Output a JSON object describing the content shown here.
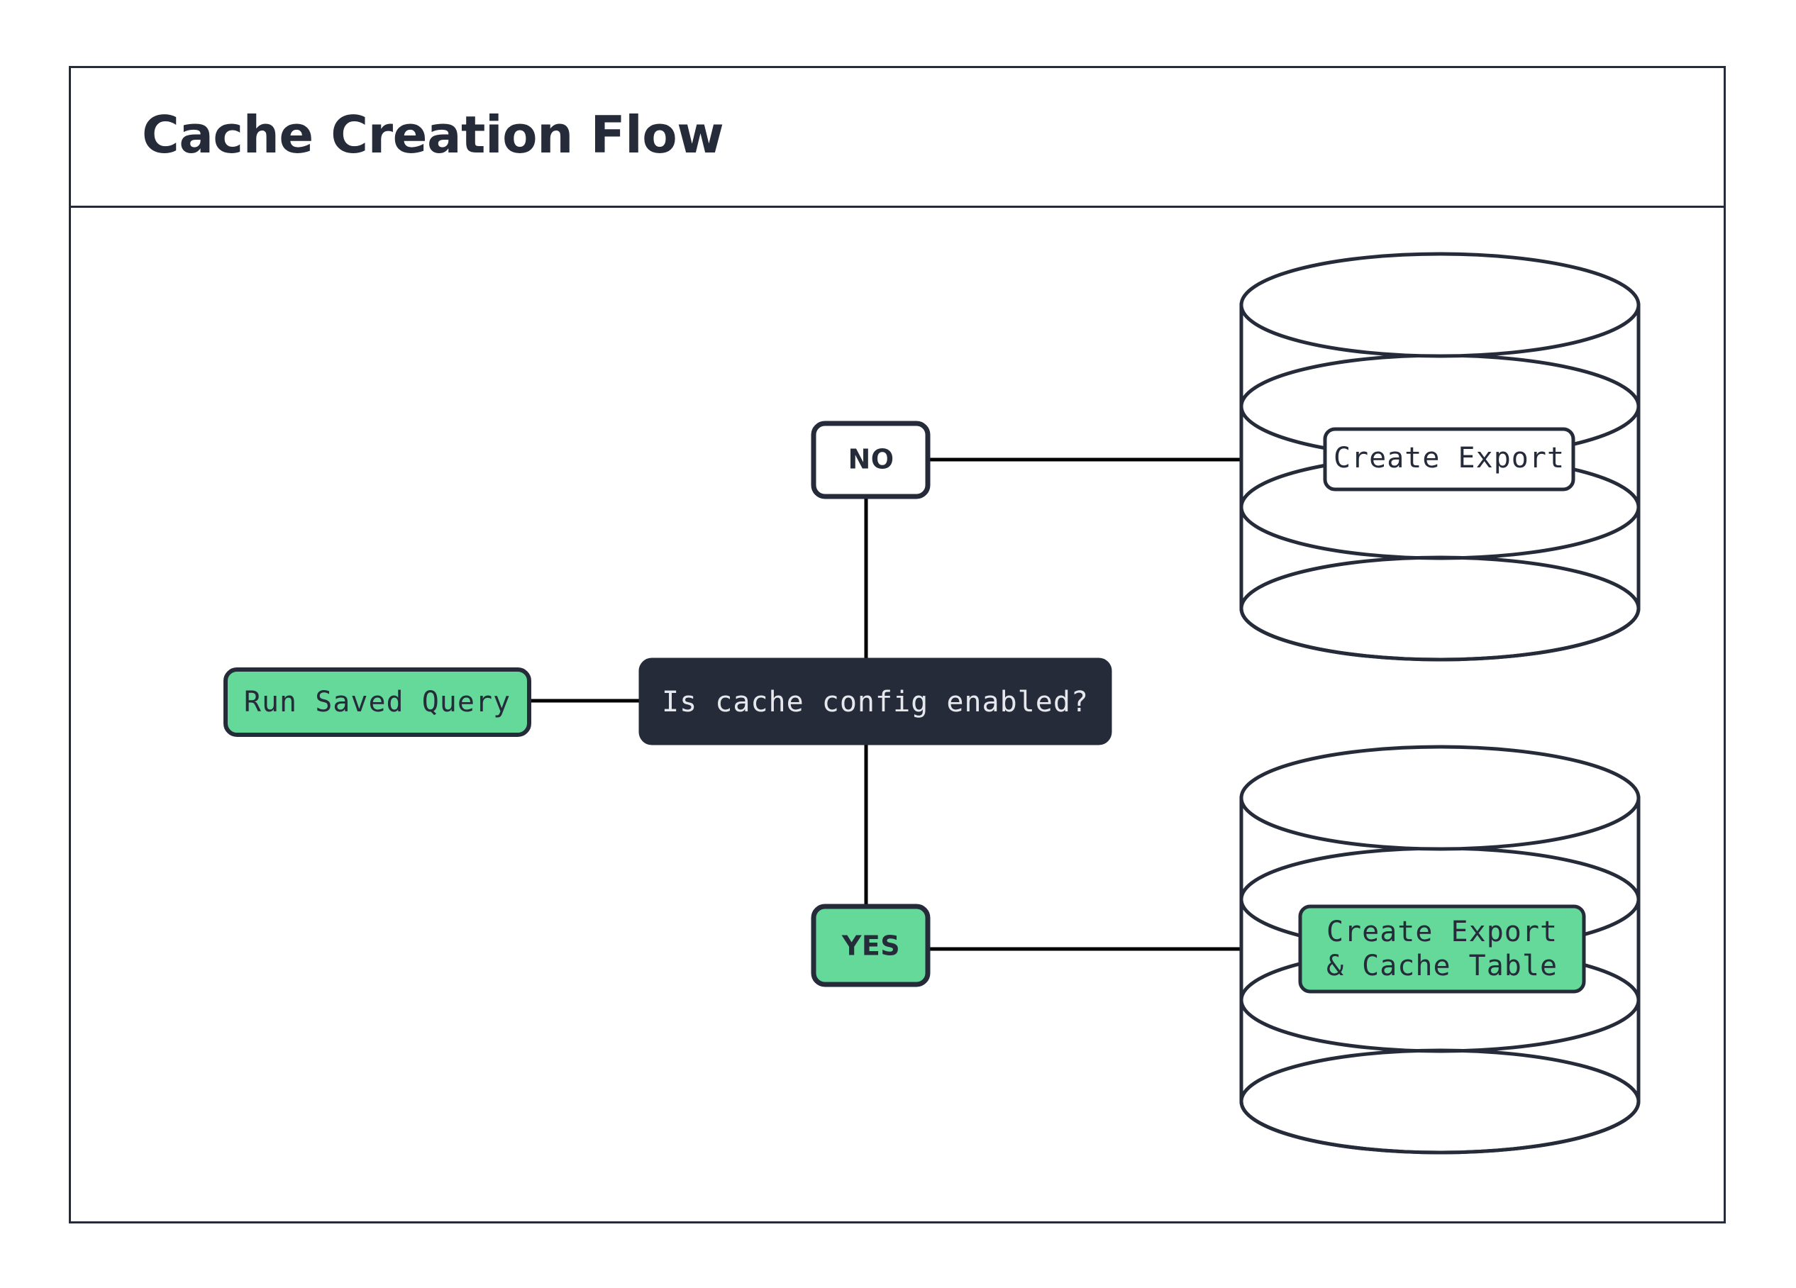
{
  "diagram": {
    "title": "Cache Creation Flow",
    "type": "flowchart",
    "colors": {
      "accent_green": "#65d99a",
      "dark_navy": "#262b3a",
      "stroke": "#262b3a",
      "connector": "#000000",
      "background": "#ffffff",
      "decision_text": "#e6e8ed"
    },
    "nodes": [
      {
        "id": "run-saved-query",
        "label": "Run Saved Query",
        "shape": "rounded-rect",
        "fill": "#65d99a",
        "text_color": "#262b3a",
        "font": "mono"
      },
      {
        "id": "cache-config-decision",
        "label": "Is cache config enabled?",
        "shape": "rounded-rect",
        "fill": "#262b3a",
        "text_color": "#e6e8ed",
        "font": "mono"
      },
      {
        "id": "branch-no",
        "label": "NO",
        "shape": "rounded-rect",
        "fill": "#ffffff",
        "text_color": "#262b3a",
        "font": "sans"
      },
      {
        "id": "branch-yes",
        "label": "YES",
        "shape": "rounded-rect",
        "fill": "#65d99a",
        "text_color": "#262b3a",
        "font": "sans"
      },
      {
        "id": "create-export",
        "label": "Create Export",
        "shape": "database-stack",
        "fill": "#ffffff",
        "text_color": "#262b3a",
        "font": "mono"
      },
      {
        "id": "create-export-cache-table",
        "label_line1": "Create Export",
        "label_line2": "& Cache Table",
        "shape": "database-stack",
        "fill": "#65d99a",
        "text_color": "#262b3a",
        "font": "mono"
      }
    ],
    "edges": [
      {
        "from": "run-saved-query",
        "to": "cache-config-decision",
        "label": ""
      },
      {
        "from": "cache-config-decision",
        "to": "branch-no",
        "label": ""
      },
      {
        "from": "branch-no",
        "to": "create-export",
        "label": ""
      },
      {
        "from": "cache-config-decision",
        "to": "branch-yes",
        "label": ""
      },
      {
        "from": "branch-yes",
        "to": "create-export-cache-table",
        "label": ""
      }
    ]
  }
}
